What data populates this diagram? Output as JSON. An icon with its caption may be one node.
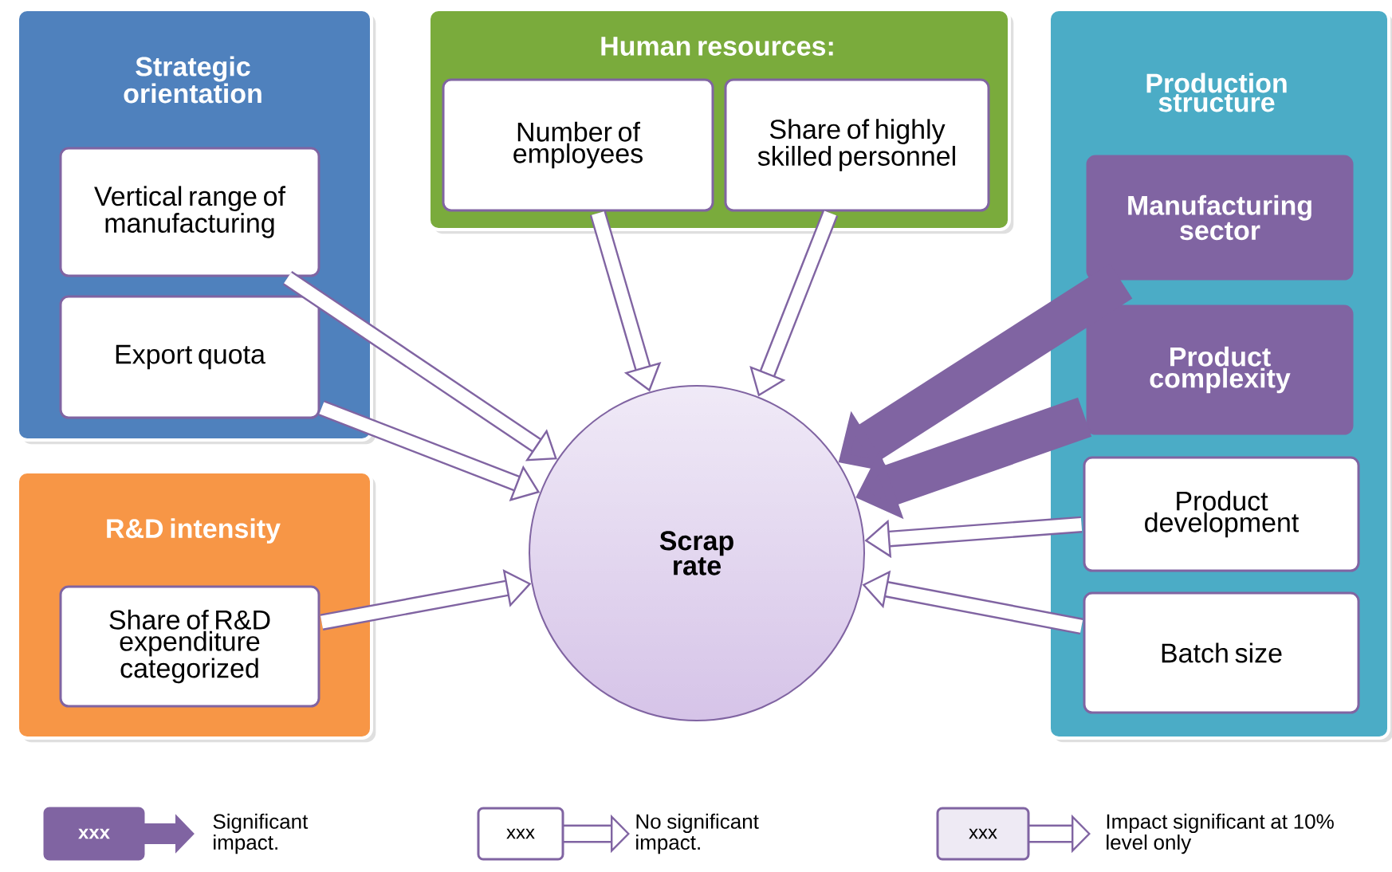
{
  "diagram": {
    "nodes": [
      {
        "text": [
          "Strategic orientation"
        ]
      },
      {
        "text": [
          "Vertical range of manufacturing"
        ],
        "in": 0
      },
      {
        "text": [
          "Export quota"
        ],
        "in": 0
      },
      {
        "text": [
          "Human resources:"
        ]
      },
      {
        "text": [
          "Number of employees"
        ],
        "in": 3
      },
      {
        "text": [
          "Share of highly skilled personnel"
        ],
        "in": 3
      },
      {
        "text": [
          "Production structure"
        ]
      },
      {
        "text": [
          "Manufacturing sector"
        ],
        "in": 6
      },
      {
        "text": [
          "Product complexity"
        ],
        "in": 6
      },
      {
        "text": [
          "Product development"
        ],
        "in": 6
      },
      {
        "text": [
          "Batch size"
        ],
        "in": 6
      },
      {
        "text": [
          "R&D intensity"
        ]
      },
      {
        "text": [
          "Share of R&D expenditure categorized"
        ],
        "in": 11
      },
      {
        "text": [
          "Scrap rate"
        ]
      }
    ],
    "edges": [
      {
        "from": 1,
        "to": 13,
        "arrow": "to"
      },
      {
        "from": 2,
        "to": 13,
        "arrow": "to"
      },
      {
        "from": 4,
        "to": 13,
        "arrow": "to"
      },
      {
        "from": 5,
        "to": 13,
        "arrow": "to"
      },
      {
        "from": 7,
        "to": 13,
        "arrow": "to",
        "style": "thick"
      },
      {
        "from": 8,
        "to": 13,
        "arrow": "to",
        "style": "thick"
      },
      {
        "from": 9,
        "to": 13,
        "arrow": "to"
      },
      {
        "from": 10,
        "to": 13,
        "arrow": "to"
      },
      {
        "from": 12,
        "to": 13,
        "arrow": "to"
      }
    ],
    "labels": [
      "xxx",
      "xxx",
      "xxx"
    ],
    "legend": [
      {
        "text": "Significant impact."
      },
      {
        "text": "No significant impact."
      },
      {
        "text": "Impact significant at 10% level only"
      }
    ]
  }
}
